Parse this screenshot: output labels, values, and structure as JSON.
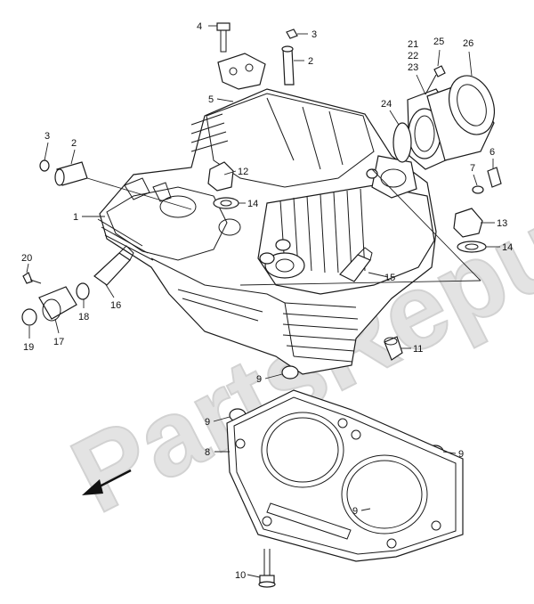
{
  "watermark": "PartsRepublik",
  "callouts": [
    {
      "id": "c4",
      "text": "4"
    },
    {
      "id": "c3a",
      "text": "3"
    },
    {
      "id": "c2a",
      "text": "2"
    },
    {
      "id": "c5",
      "text": "5"
    },
    {
      "id": "c21",
      "text": "21"
    },
    {
      "id": "c22",
      "text": "22"
    },
    {
      "id": "c23",
      "text": "23"
    },
    {
      "id": "c25",
      "text": "25"
    },
    {
      "id": "c26",
      "text": "26"
    },
    {
      "id": "c24",
      "text": "24"
    },
    {
      "id": "c3b",
      "text": "3"
    },
    {
      "id": "c2b",
      "text": "2"
    },
    {
      "id": "c12",
      "text": "12"
    },
    {
      "id": "c6",
      "text": "6"
    },
    {
      "id": "c7",
      "text": "7"
    },
    {
      "id": "c1",
      "text": "1"
    },
    {
      "id": "c14a",
      "text": "14"
    },
    {
      "id": "c13",
      "text": "13"
    },
    {
      "id": "c14b",
      "text": "14"
    },
    {
      "id": "c20",
      "text": "20"
    },
    {
      "id": "c15",
      "text": "15"
    },
    {
      "id": "c16",
      "text": "16"
    },
    {
      "id": "c18",
      "text": "18"
    },
    {
      "id": "c19",
      "text": "19"
    },
    {
      "id": "c17",
      "text": "17"
    },
    {
      "id": "c11",
      "text": "11"
    },
    {
      "id": "c9a",
      "text": "9"
    },
    {
      "id": "c9b",
      "text": "9"
    },
    {
      "id": "c8",
      "text": "8"
    },
    {
      "id": "c9c",
      "text": "9"
    },
    {
      "id": "c9d",
      "text": "9"
    },
    {
      "id": "c10",
      "text": "10"
    }
  ]
}
